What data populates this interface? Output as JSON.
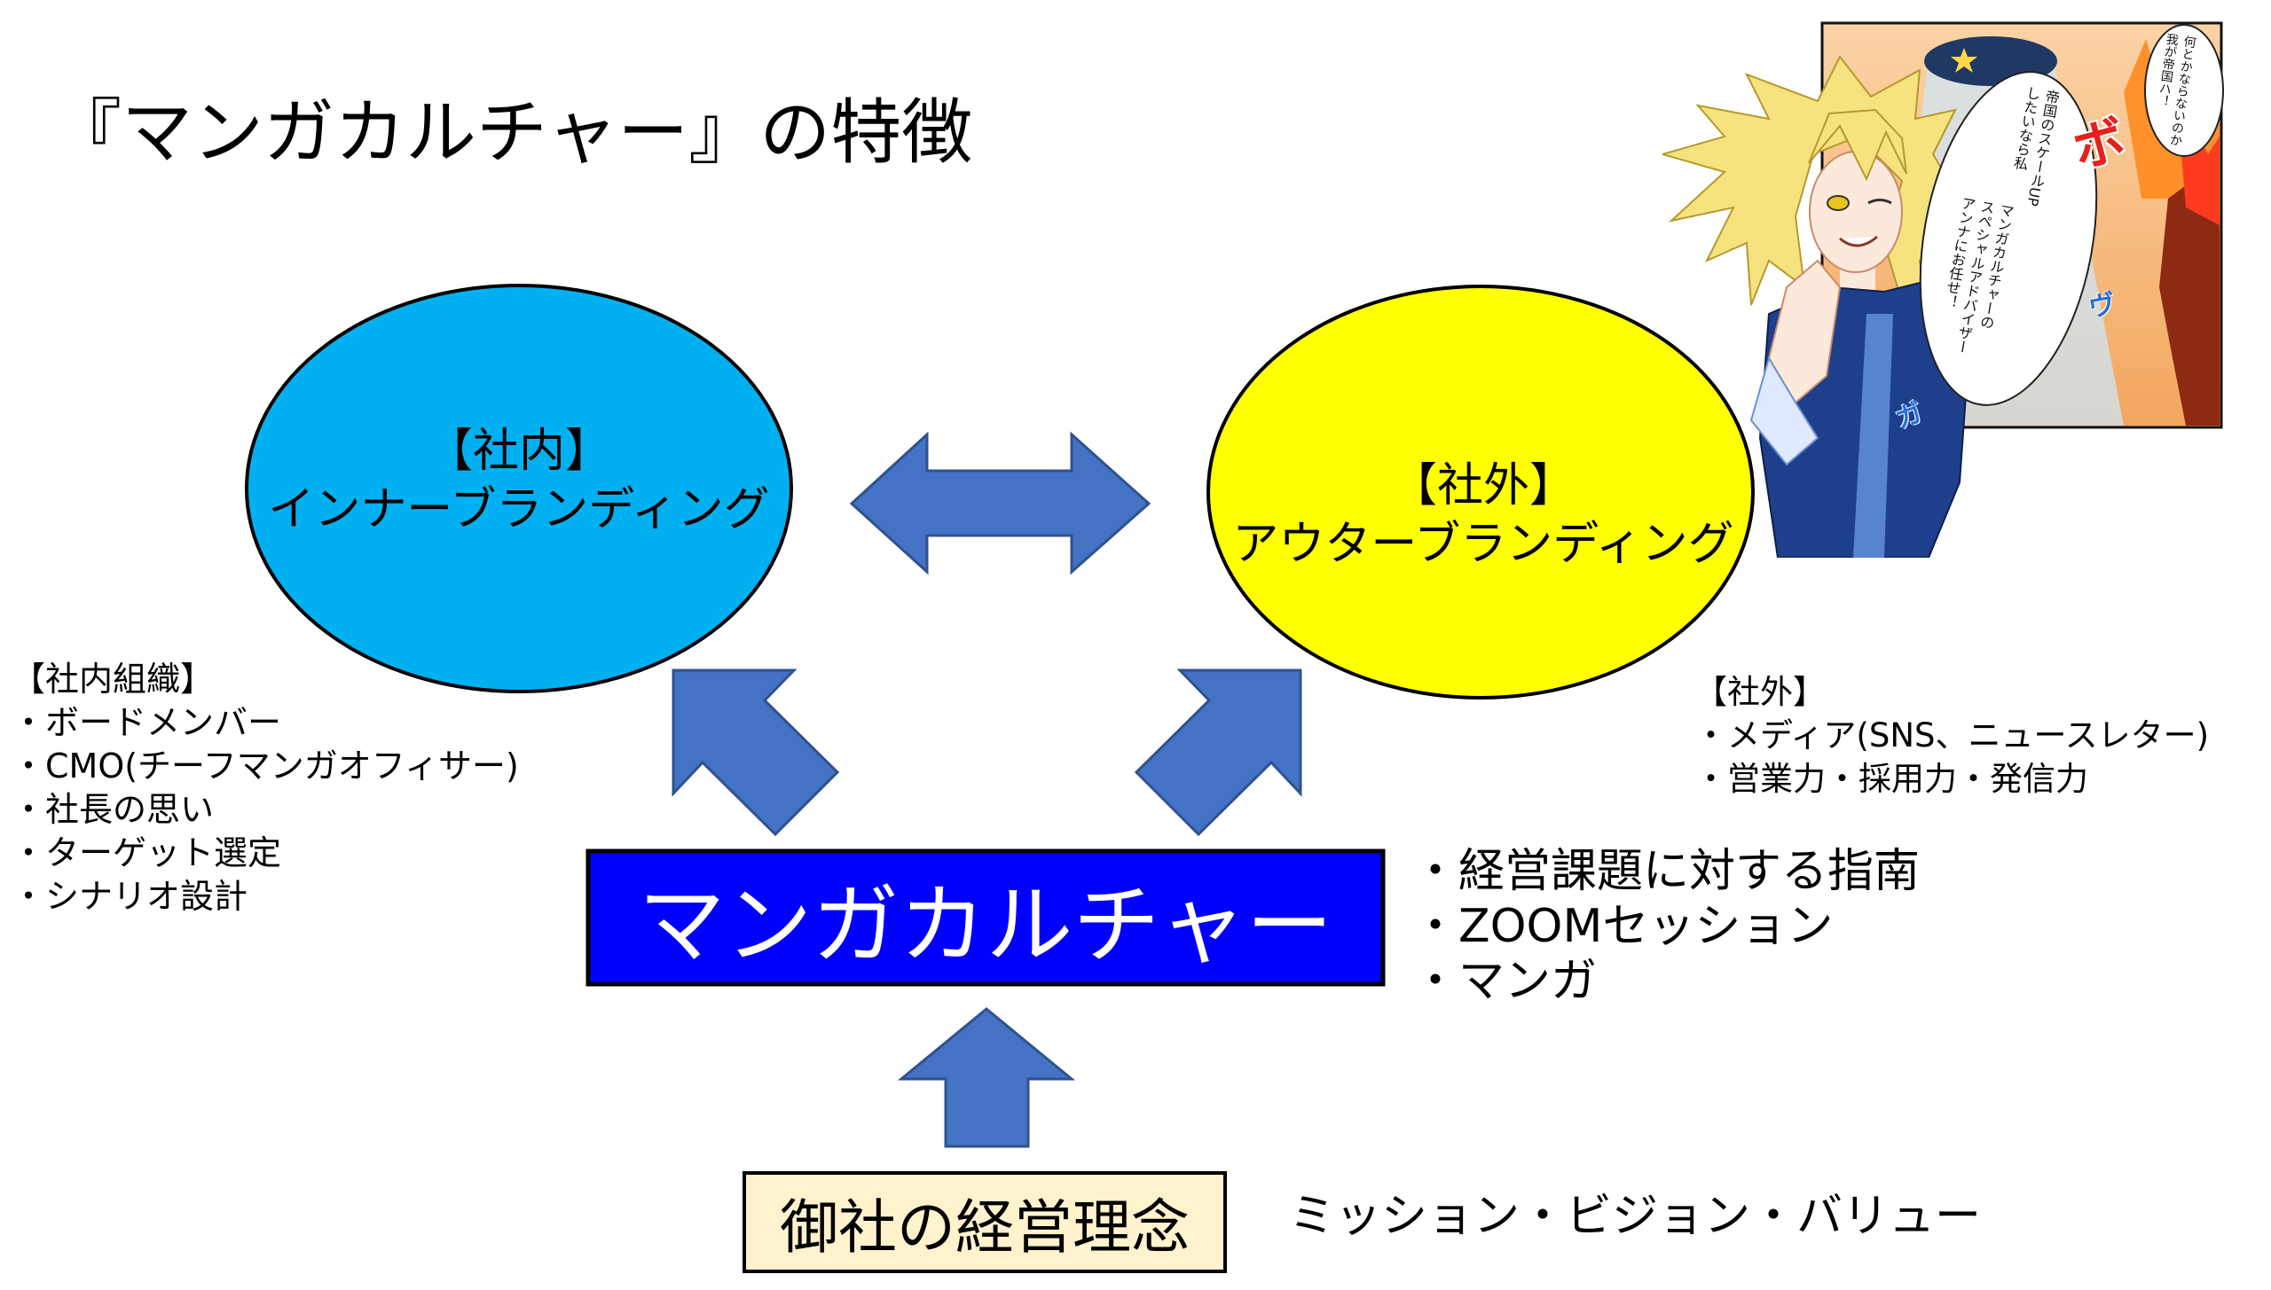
{
  "slide": {
    "title": "『マンガカルチャー』の特徴"
  },
  "inner_branding": {
    "heading": "【社内】",
    "label": "インナーブランディング",
    "color": "#00b0f0"
  },
  "outer_branding": {
    "heading": "【社外】",
    "label": "アウターブランディング",
    "color": "#ffff00"
  },
  "manga_culture_box": {
    "label": "マンガカルチャー",
    "color": "#0000ff"
  },
  "philosophy_box": {
    "label": "御社の経営理念",
    "color": "#fff2cc",
    "side_label": "ミッション・ビジョン・バリュー"
  },
  "arrow_color": "#4472c4",
  "internal_list": {
    "heading": "【社内組織】",
    "items": [
      "・ボードメンバー",
      "・CMO(チーフマンガオフィサー)",
      "・社長の思い",
      "・ターゲット選定",
      "・シナリオ設計"
    ]
  },
  "external_list": {
    "heading": "【社外】",
    "items": [
      "・メディア(SNS、ニュースレター)",
      "・営業力・採用力・発信力"
    ]
  },
  "service_list": {
    "items": [
      "・経営課題に対する指南",
      "・ZOOMセッション",
      "・マンガ"
    ]
  },
  "manga_illustration": {
    "bubble_1": [
      "何とかならないのか",
      "我が帝国ハ！"
    ],
    "bubble_2": [
      "帝国のスケールUP",
      "したいなら私",
      "マンガカルチャーの",
      "スペシャルアドバイザー",
      "アンナにお任せ！"
    ],
    "sound_effects": [
      "ボ",
      "ヴ",
      "ガ"
    ]
  }
}
